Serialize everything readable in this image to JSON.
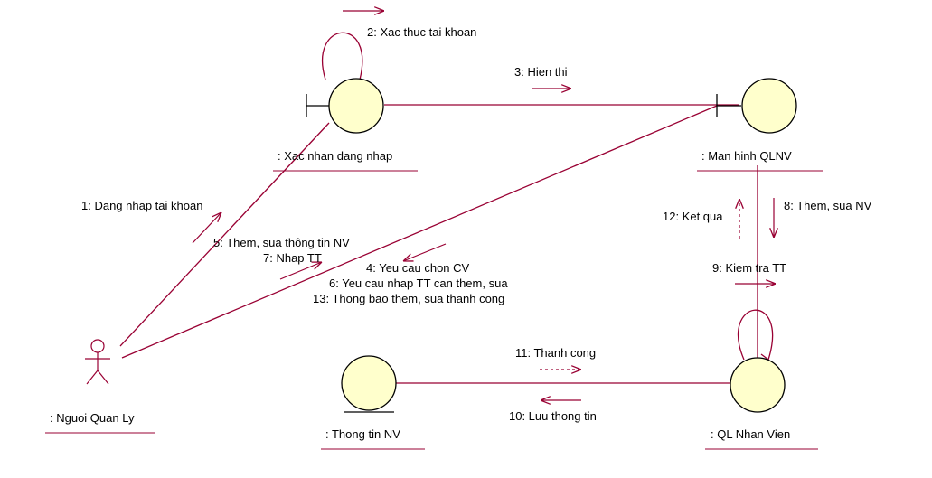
{
  "colors": {
    "link": "#990033",
    "object_fill": "#ffffcc",
    "object_stroke": "#000000",
    "underline": "#990033",
    "text": "#000000"
  },
  "objects": {
    "actor": {
      "name": ": Nguoi Quan Ly",
      "icon": "actor-icon"
    },
    "login_boundary": {
      "name": ": Xac nhan dang nhap",
      "icon": "boundary-icon"
    },
    "qlnv_screen": {
      "name": ": Man hinh QLNV",
      "icon": "boundary-icon"
    },
    "nv_control": {
      "name": ": QL Nhan Vien",
      "icon": "control-icon"
    },
    "nv_entity": {
      "name": ": Thong tin NV",
      "icon": "entity-icon"
    }
  },
  "messages": {
    "m1": "1: Dang nhap tai khoan",
    "m2": "2: Xac thuc tai khoan",
    "m3": "3: Hien thi",
    "m4": "4: Yeu cau chon CV",
    "m5": "5: Them, sua thông tin NV",
    "m6": "6: Yeu cau nhap TT can them, sua",
    "m7": "7: Nhap TT",
    "m8": "8: Them, sua NV",
    "m9": "9: Kiem tra TT",
    "m10": "10: Luu thong tin",
    "m11": "11: Thanh cong",
    "m12": "12: Ket qua",
    "m13": "13: Thong bao them, sua thanh cong"
  }
}
